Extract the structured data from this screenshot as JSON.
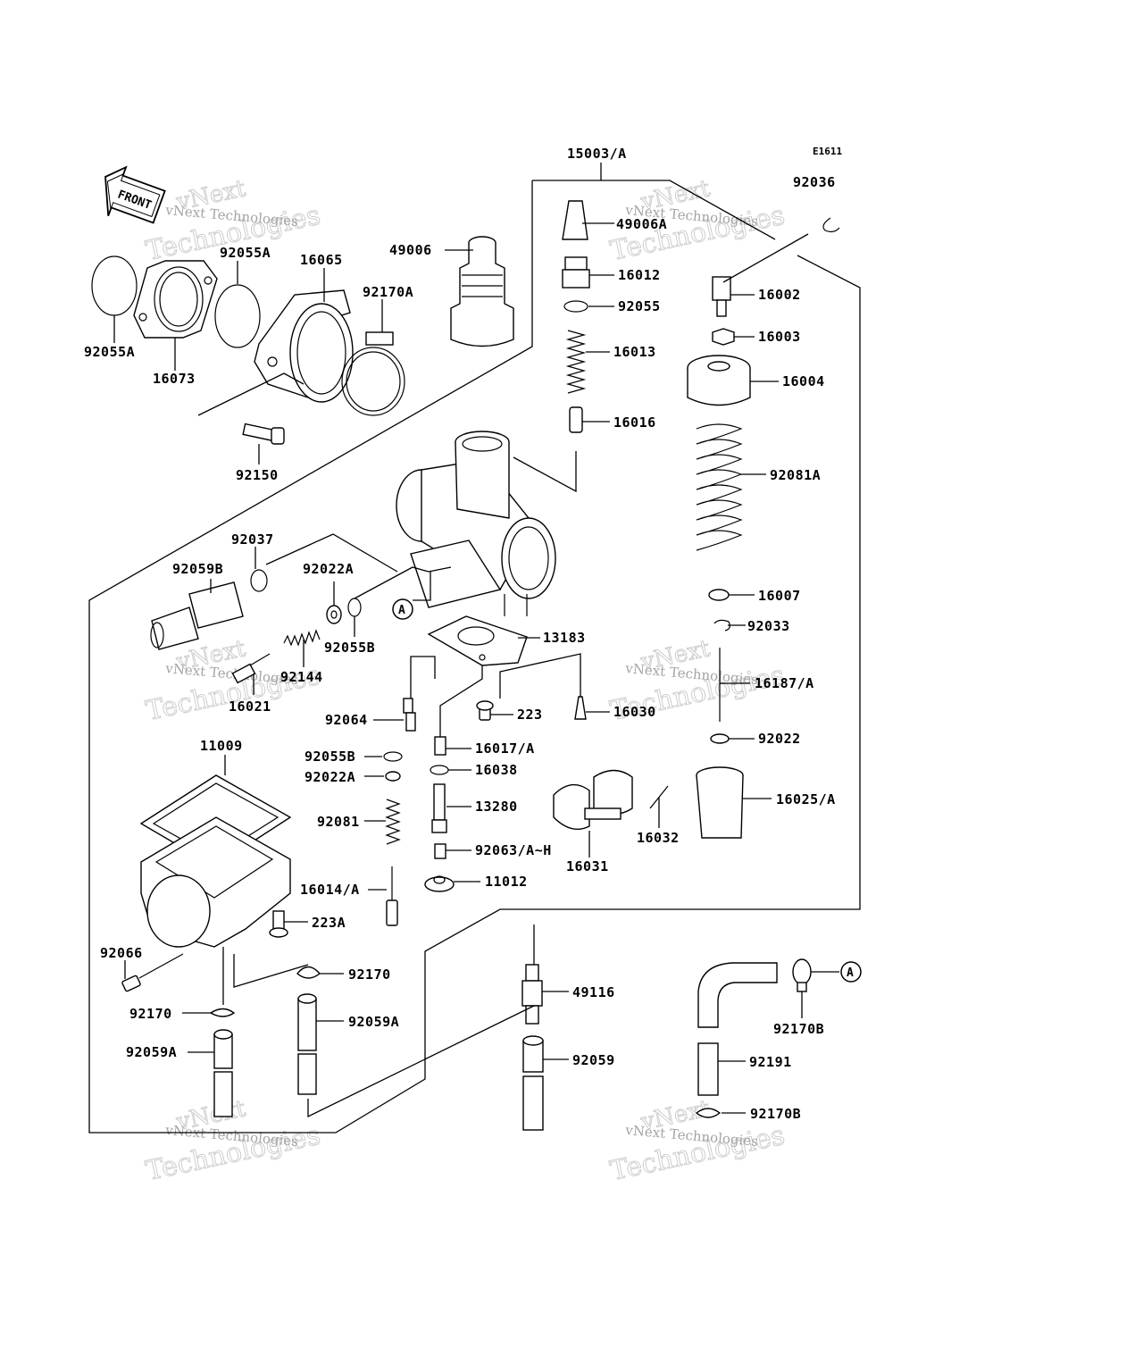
{
  "diagram_code": "E1611",
  "front_label": "FRONT",
  "watermark": {
    "line1": "vNext",
    "line2": "vNext Technologies",
    "line3": "Technologies"
  },
  "callout_marker": "A",
  "labels": {
    "p15003A": "15003/A",
    "p92036": "92036",
    "p49006A": "49006A",
    "p49006": "49006",
    "p16012": "16012",
    "p92055": "92055",
    "p16013": "16013",
    "p16016": "16016",
    "p16002": "16002",
    "p16003": "16003",
    "p16004": "16004",
    "p92081A": "92081A",
    "p16007": "16007",
    "p92033": "92033",
    "p16187A": "16187/A",
    "p92022": "92022",
    "p16025A": "16025/A",
    "p16032": "16032",
    "p16031": "16031",
    "p92055A_top": "92055A",
    "p16065": "16065",
    "p92170A": "92170A",
    "p92055A_left": "92055A",
    "p16073": "16073",
    "p92150": "92150",
    "p92037": "92037",
    "p92059B": "92059B",
    "p92022A_top": "92022A",
    "p92055B_top": "92055B",
    "p92144": "92144",
    "p16021": "16021",
    "p13183": "13183",
    "p92064": "92064",
    "p223": "223",
    "p16030": "16030",
    "p16017A": "16017/A",
    "p92055B_mid": "92055B",
    "p16038": "16038",
    "p92022A_mid": "92022A",
    "p13280": "13280",
    "p92081": "92081",
    "p92063": "92063/A~H",
    "p11012": "11012",
    "p16014A": "16014/A",
    "p11009": "11009",
    "p223A": "223A",
    "p92066": "92066",
    "p92170_a": "92170",
    "p92170_b": "92170",
    "p92059A_a": "92059A",
    "p92059A_b": "92059A",
    "p49116": "49116",
    "p92059": "92059",
    "p92170B_top": "92170B",
    "p92191": "92191",
    "p92170B_bot": "92170B"
  }
}
